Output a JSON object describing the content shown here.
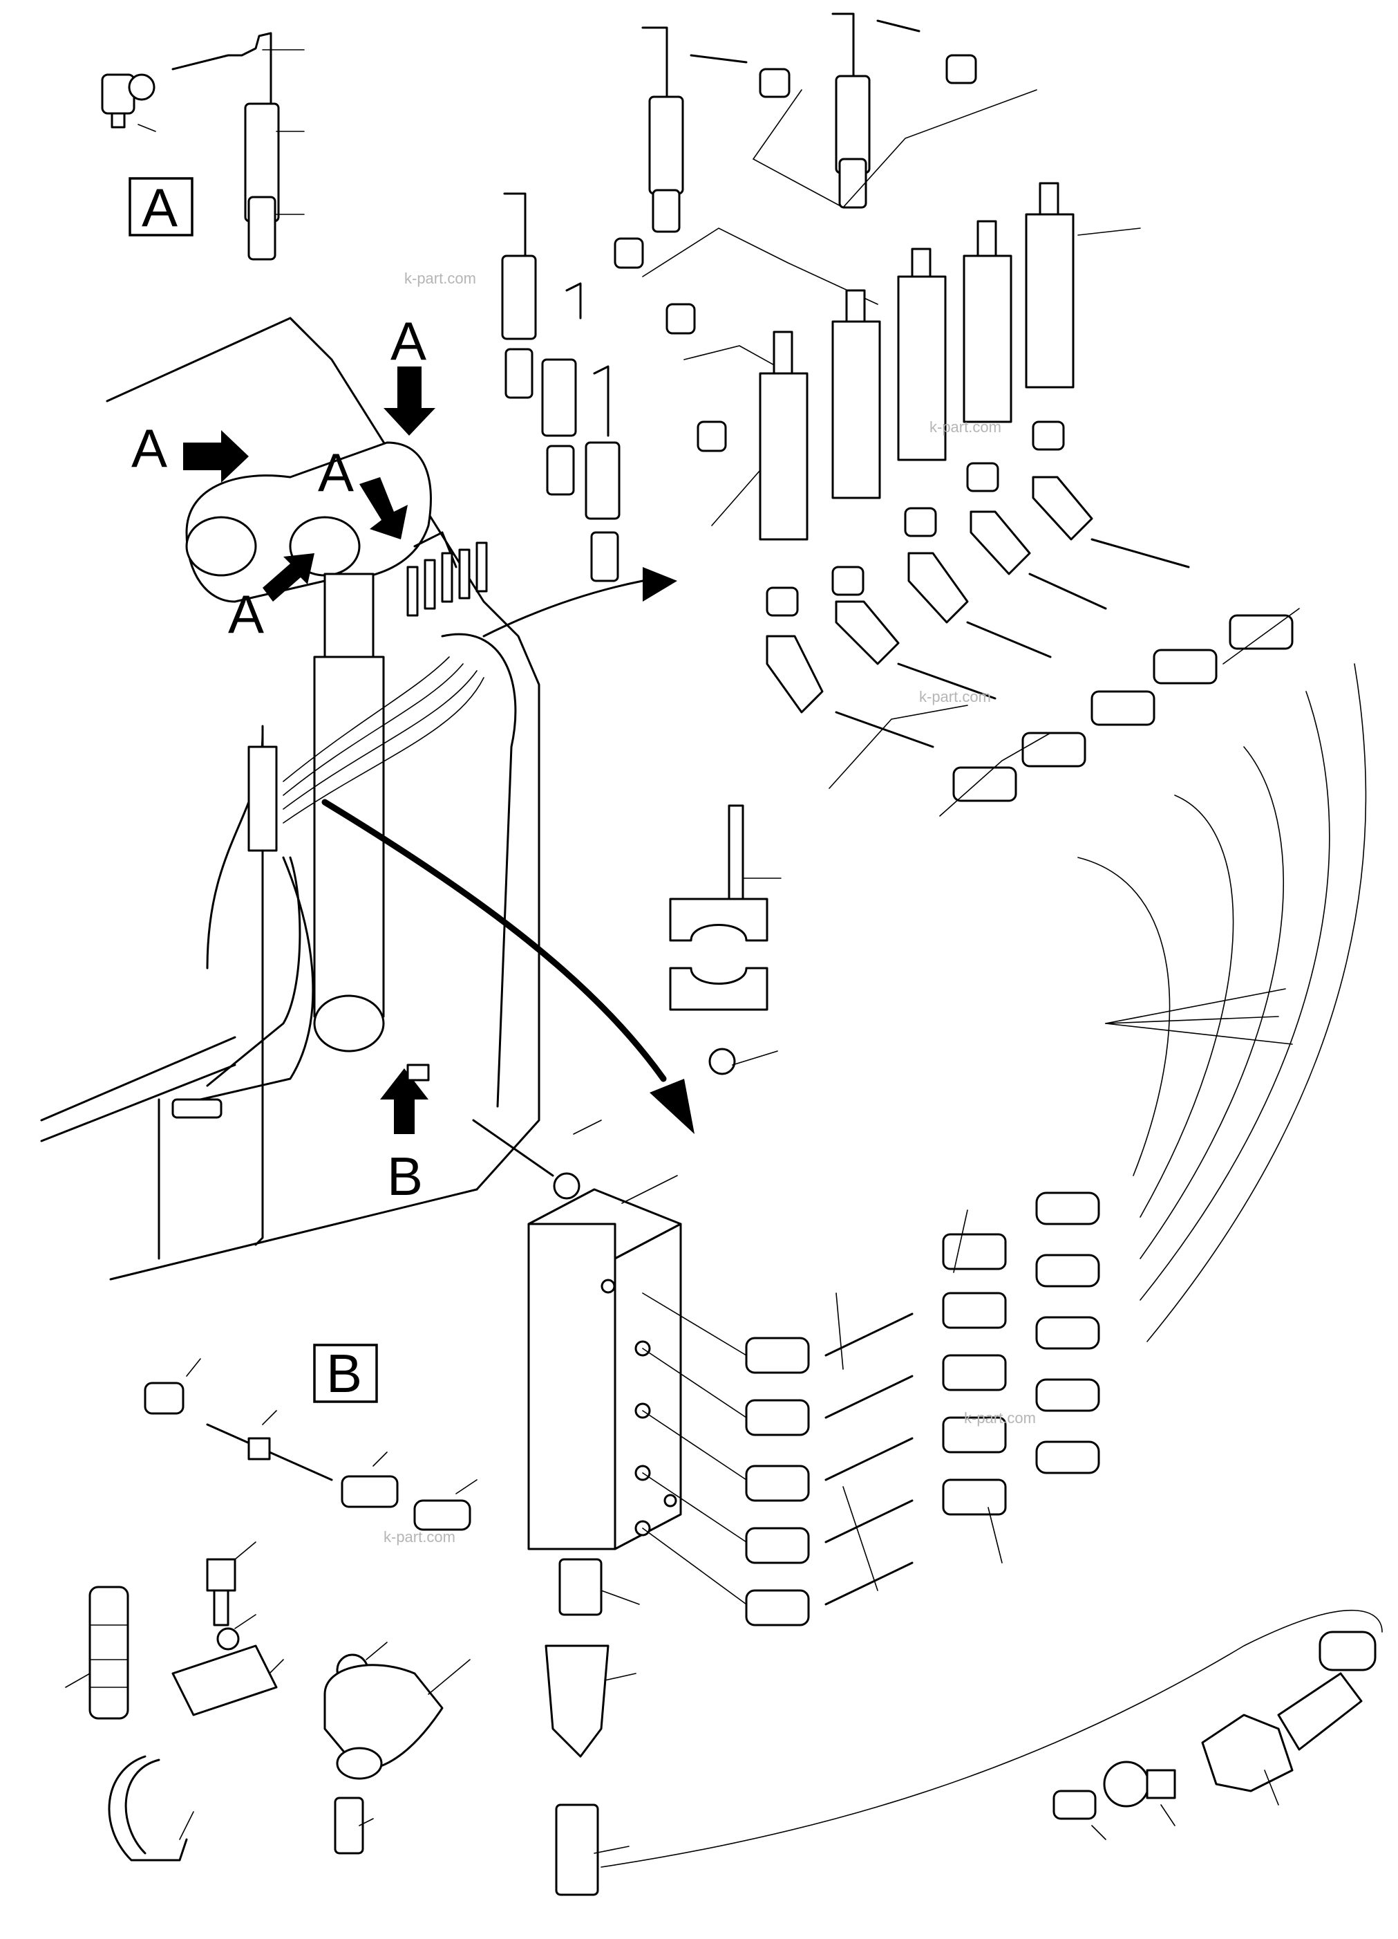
{
  "callouts": {
    "detail_a": "A",
    "detail_b": "B",
    "arrow_a_top": "A",
    "arrow_a_left": "A",
    "arrow_a_mid": "A",
    "arrow_a_low": "A",
    "arrow_b": "B"
  },
  "watermarks": [
    "k-part.com",
    "k-part.com",
    "k-part.com",
    "k-part.com",
    "k-part.com"
  ],
  "colors": {
    "line": "#000000",
    "background": "#ffffff",
    "watermark": "#b5b5b5"
  }
}
